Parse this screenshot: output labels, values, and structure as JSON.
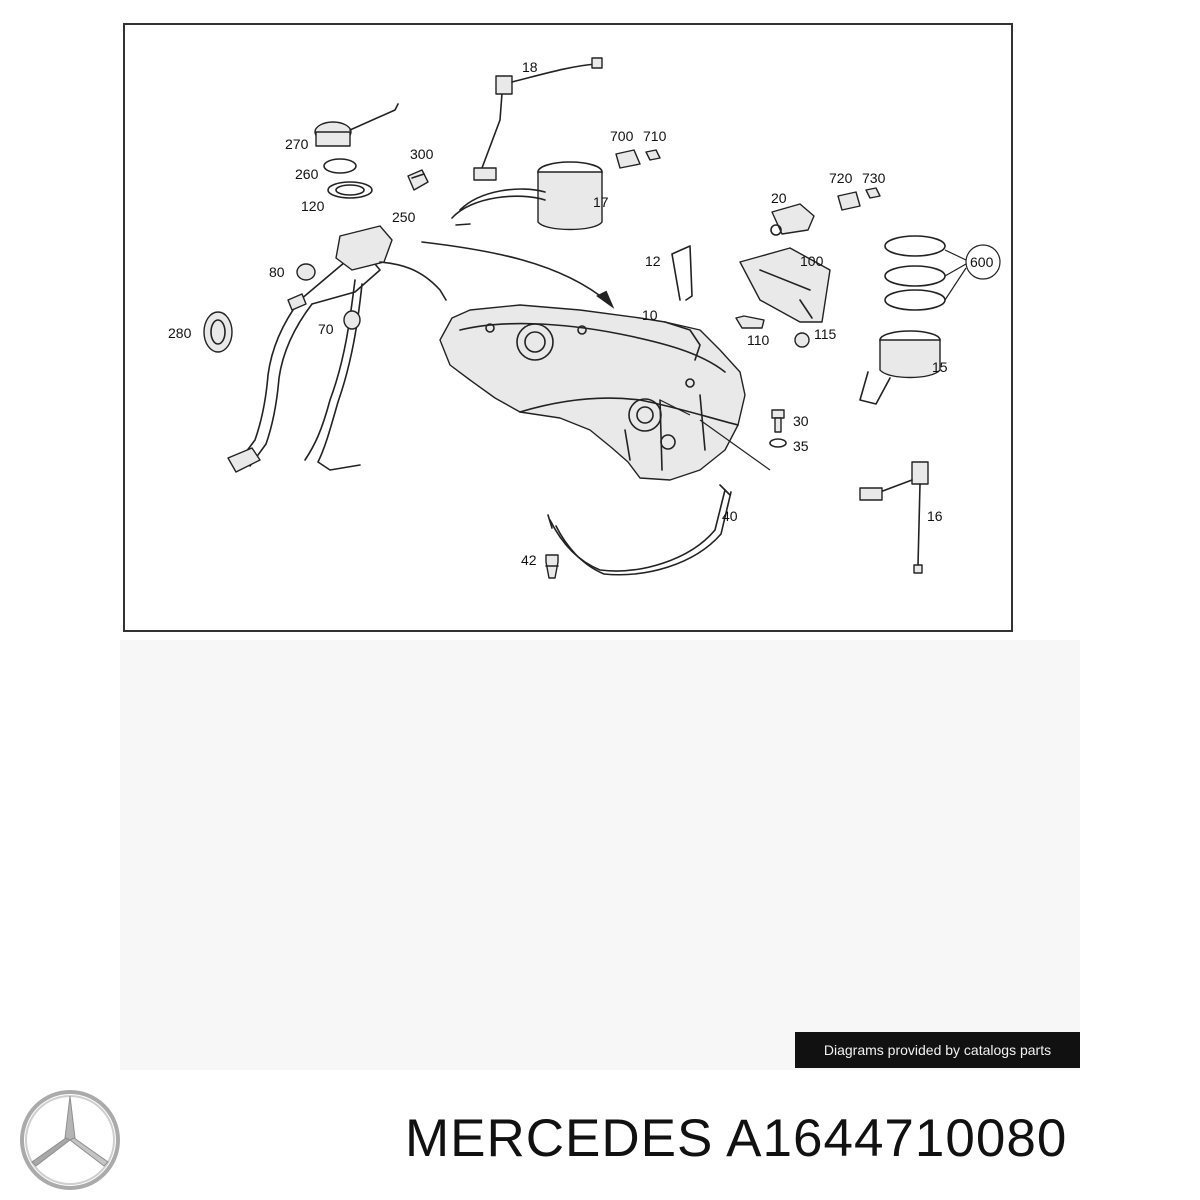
{
  "diagram": {
    "callouts": {
      "p18": "18",
      "p700": "700",
      "p710": "710",
      "p270": "270",
      "p300": "300",
      "p260": "260",
      "p17": "17",
      "p120": "120",
      "p250": "250",
      "p20": "20",
      "p720": "720",
      "p730": "730",
      "p80": "80",
      "p12": "12",
      "p100": "100",
      "p600": "600",
      "p280": "280",
      "p70": "70",
      "p10": "10",
      "p110": "110",
      "p115": "115",
      "p15": "15",
      "p30": "30",
      "p35": "35",
      "p40": "40",
      "p16": "16",
      "p42": "42"
    }
  },
  "credit": {
    "text": "Diagrams provided by catalogs parts"
  },
  "footer": {
    "title": "MERCEDES A1644710080"
  },
  "colors": {
    "ink": "#222222",
    "badge_bg": "#111111",
    "canvas_bg": "#f7f7f7",
    "frame": "#333333"
  },
  "icons": {
    "brand_logo": "mercedes-star-icon"
  }
}
